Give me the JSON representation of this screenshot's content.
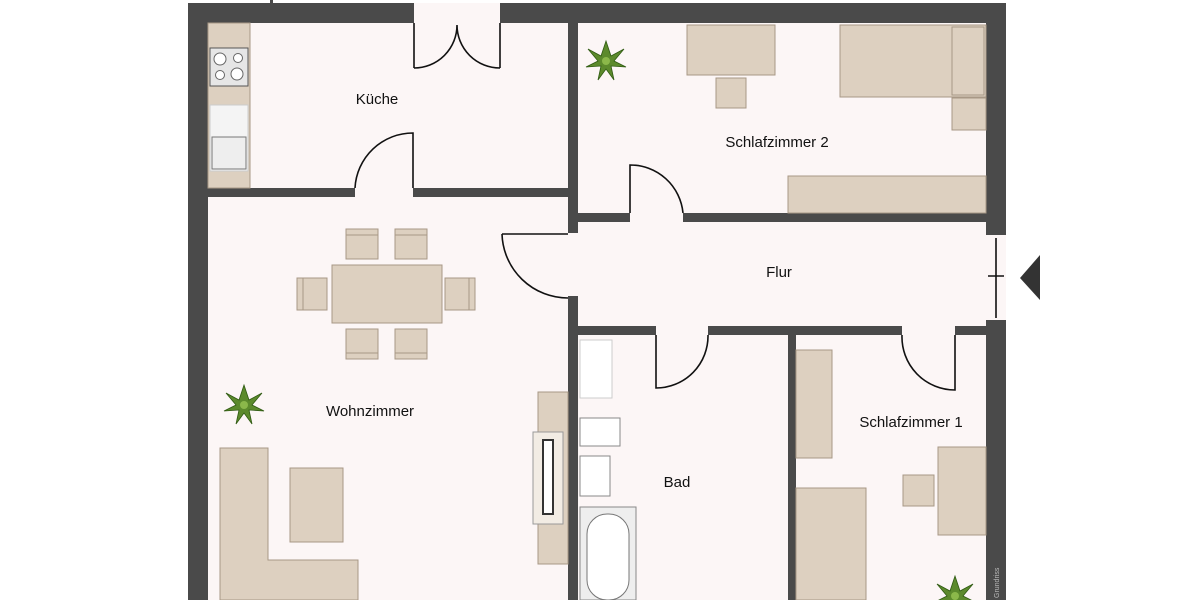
{
  "plan": {
    "rooms": [
      {
        "id": "kueche",
        "label": "Küche"
      },
      {
        "id": "schlafzimmer-2",
        "label": "Schlafzimmer 2"
      },
      {
        "id": "flur",
        "label": "Flur"
      },
      {
        "id": "wohnzimmer",
        "label": "Wohnzimmer"
      },
      {
        "id": "bad",
        "label": "Bad"
      },
      {
        "id": "schlafzimmer-1",
        "label": "Schlafzimmer 1"
      }
    ],
    "watermark": "Grundriss",
    "colors": {
      "wall": "#4a4a4a",
      "floor": "#fcf6f6",
      "furniture": "#ddd0c0",
      "plant": "#5c8a2c"
    },
    "icons": [
      "entrance-arrow-icon",
      "plant-icon",
      "stove-icon",
      "sink-icon",
      "bathtub-icon",
      "toilet-icon"
    ]
  }
}
